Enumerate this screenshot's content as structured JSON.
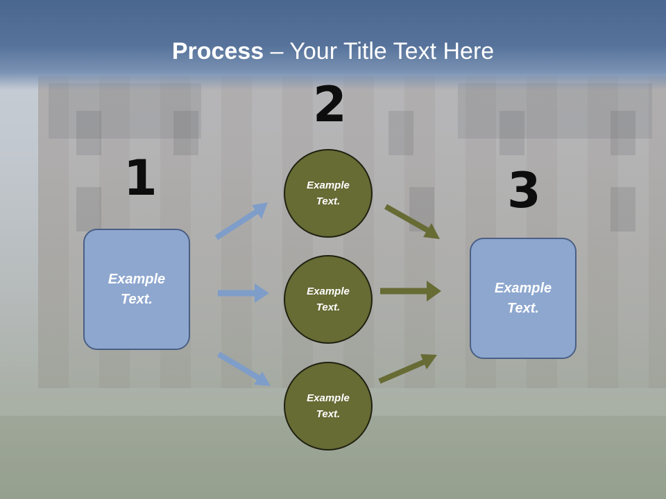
{
  "title": {
    "bold": "Process",
    "rest": " – Your Title Text Here"
  },
  "steps": {
    "one": "1",
    "two": "2",
    "three": "3"
  },
  "boxes": {
    "left": "Example Text.",
    "right": "Example Text."
  },
  "circles": {
    "top": "Example Text.",
    "middle": "Example Text.",
    "bottom": "Example Text."
  },
  "colors": {
    "title_band": "#4a6790",
    "box_fill": "#8ea7cf",
    "circle_fill": "#676b34",
    "blue_arrow": "#7f9dc9",
    "olive_arrow": "#676b34"
  }
}
